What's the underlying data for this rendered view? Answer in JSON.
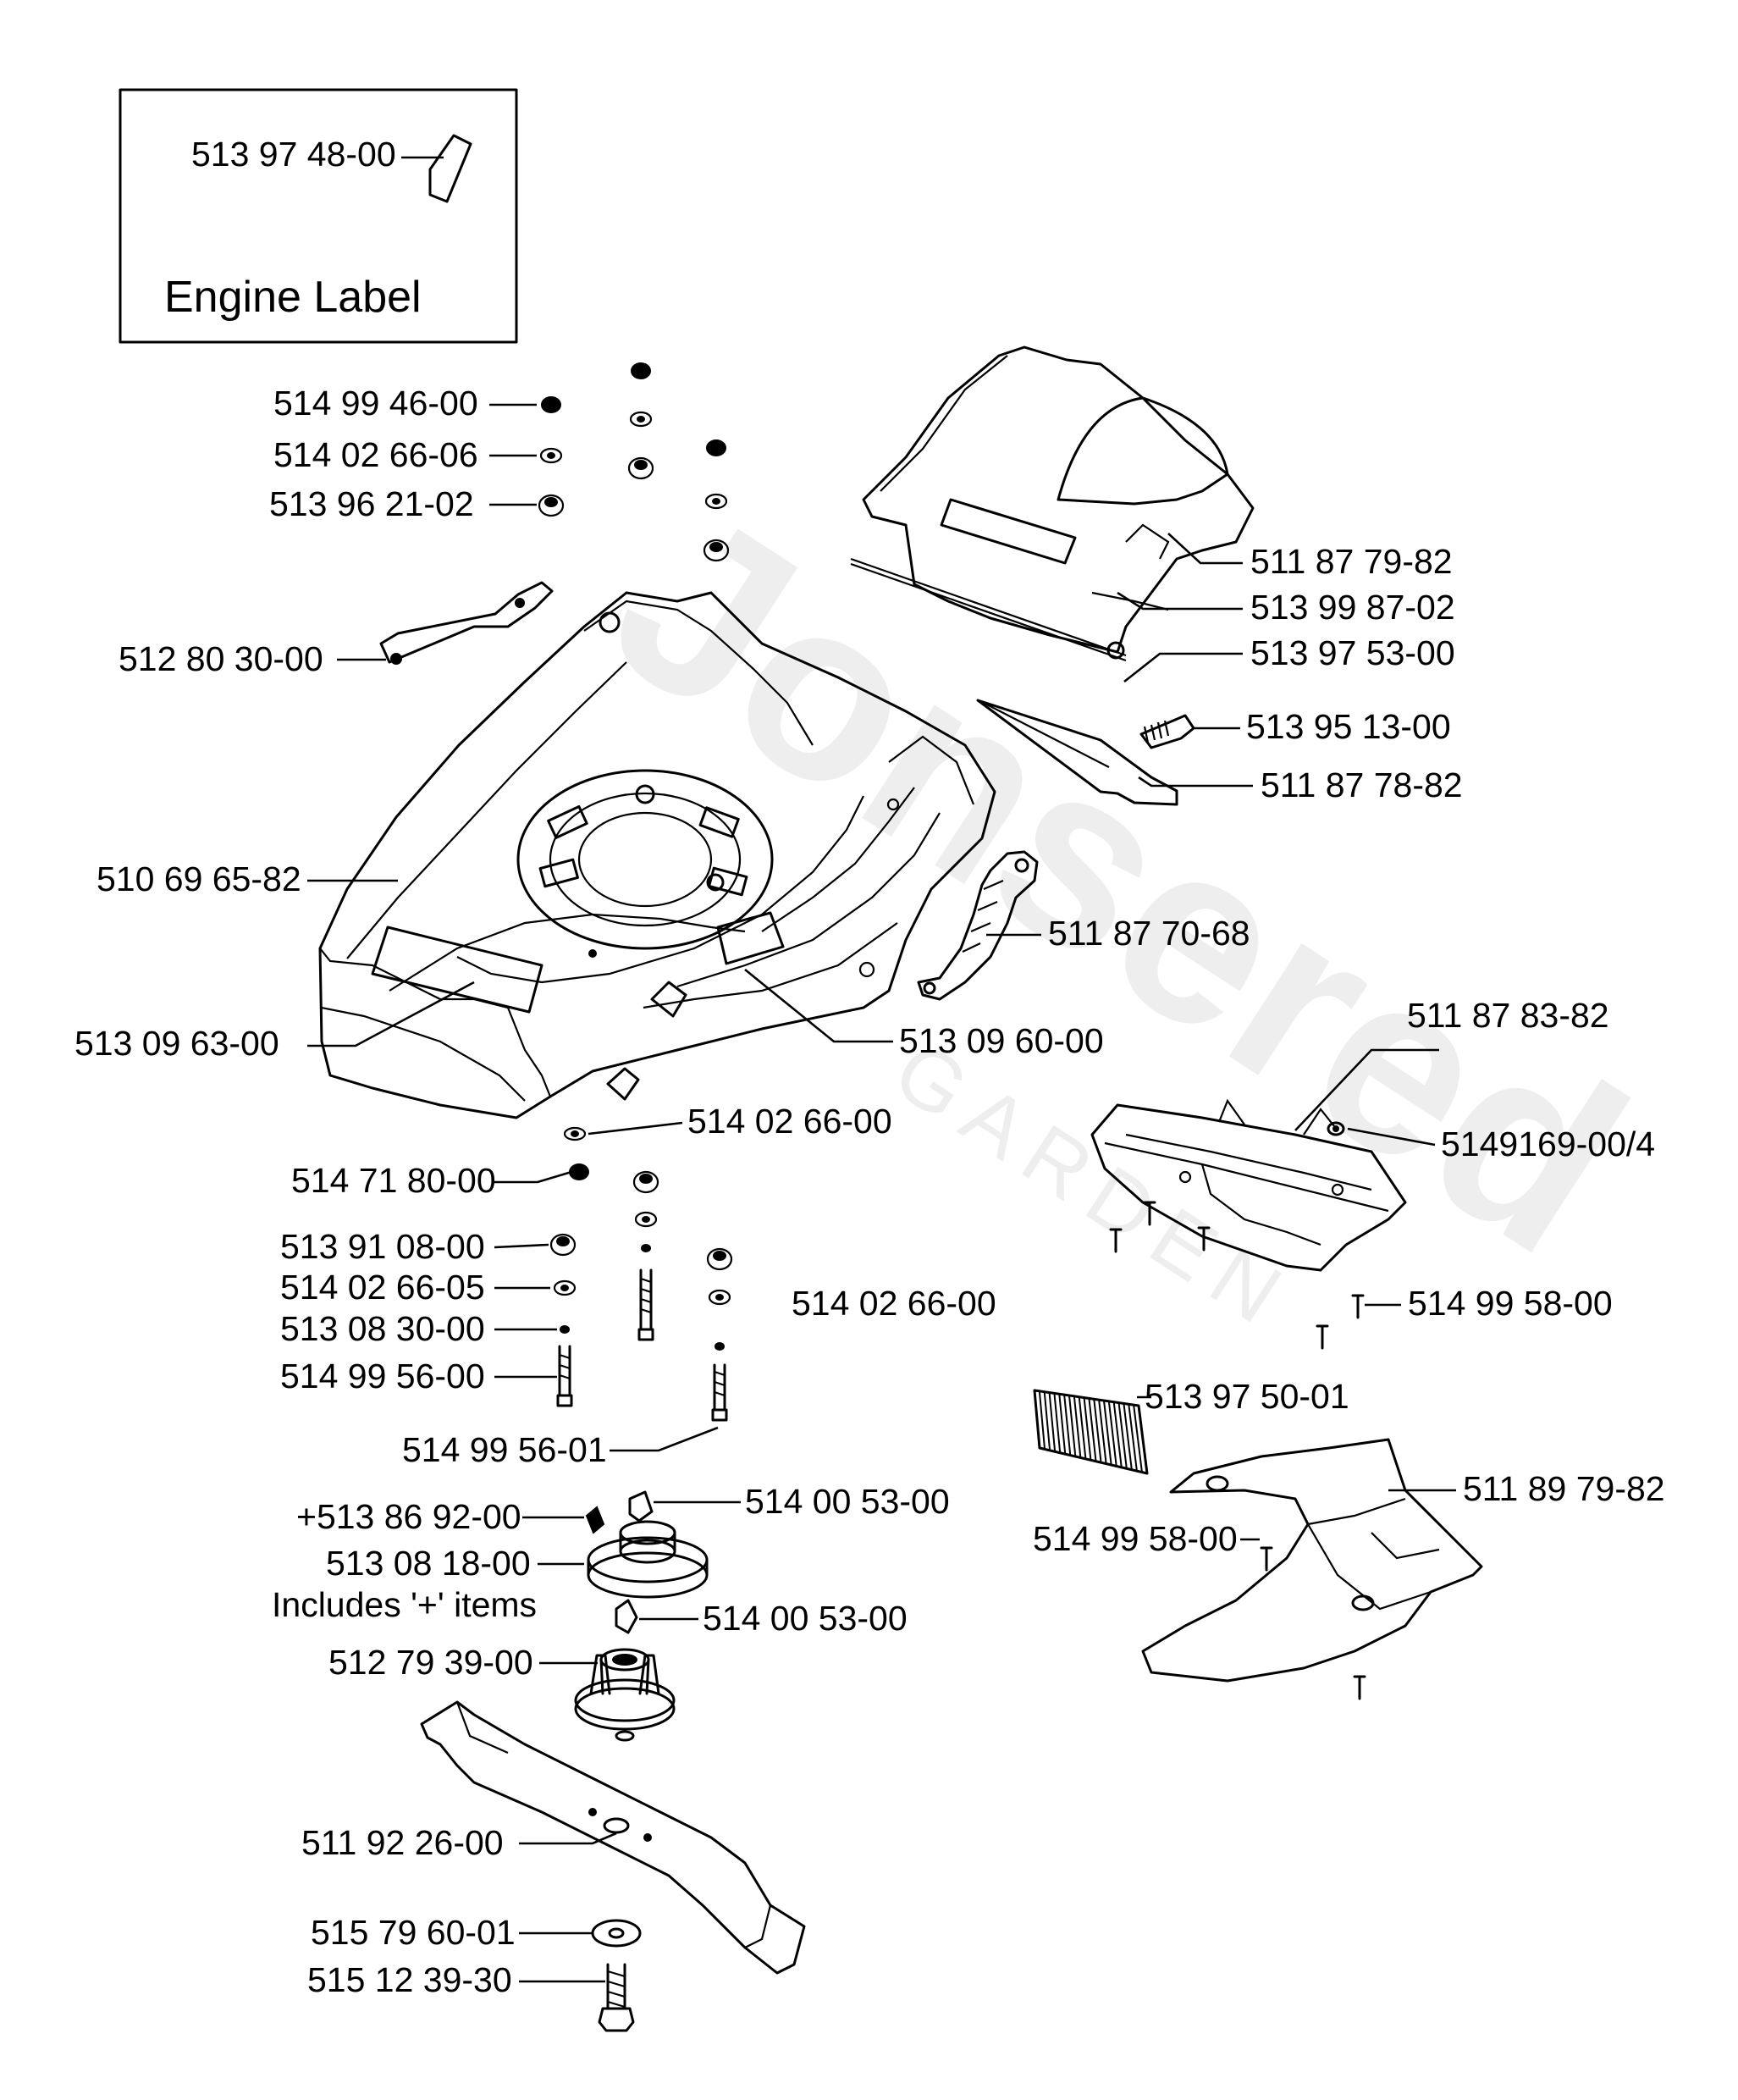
{
  "inset": {
    "part_number": "513 97 48-00",
    "title": "Engine Label"
  },
  "watermark": {
    "brand": "Jonsered",
    "sub": "GARDEN"
  },
  "callouts": {
    "c_514994600": "514 99 46-00",
    "c_514026606": "514 02 66-06",
    "c_513962102": "513 96 21-02",
    "c_512803000": "512 80 30-00",
    "c_510696582": "510 69 65-82",
    "c_513096300": "513 09 63-00",
    "c_511877982": "511 87 79-82",
    "c_513998702": "513 99 87-02",
    "c_513975300": "513 97 53-00",
    "c_513951300": "513 95 13-00",
    "c_511877882": "511 87 78-82",
    "c_511877068": "511 87 70-68",
    "c_513096000": "513 09 60-00",
    "c_511878382": "511 87 83-82",
    "c_514916900": "5149169-00/4",
    "c_514026600": "514 02 66-00",
    "c_514718000": "514 71 80-00",
    "c_513910800": "513 91 08-00",
    "c_514026605": "514 02 66-05",
    "c_513083000": "513 08 30-00",
    "c_514995600": "514 99 56-00",
    "c_514026600b": "514 02 66-00",
    "c_514995800a": "514 99 58-00",
    "c_513975001": "513 97 50-01",
    "c_514995601": "514 99 56-01",
    "c_511897982": "511 89 79-82",
    "c_513869200": "+513 86 92-00",
    "c_514005300a": "514 00 53-00",
    "c_513081800": "513 08 18-00",
    "c_includes": "Includes '+' items",
    "c_514005300b": "514 00 53-00",
    "c_514995800b": "514 99 58-00",
    "c_512793900": "512 79 39-00",
    "c_511922600": "511 92 26-00",
    "c_515796001": "515 79 60-01",
    "c_515123930": "515 12 39-30"
  }
}
